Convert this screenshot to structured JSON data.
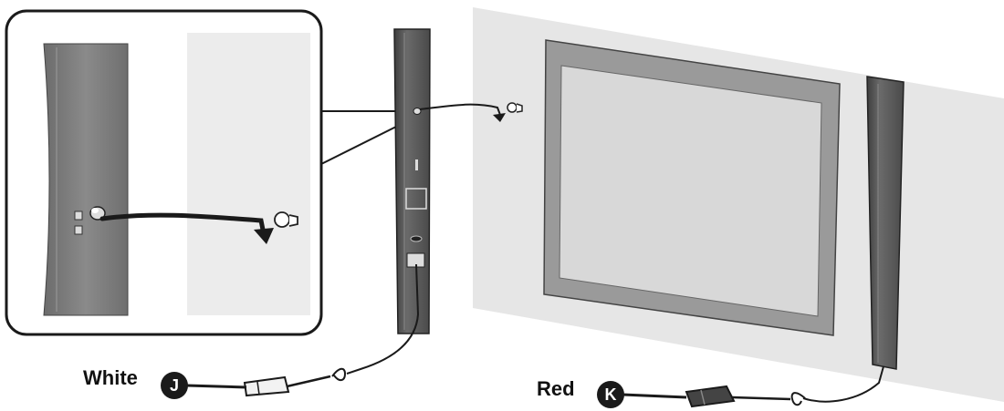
{
  "connectors": [
    {
      "color_label": "White",
      "marker": "J"
    },
    {
      "color_label": "Red",
      "marker": "K"
    }
  ],
  "colors": {
    "wall": "#e6e6e6",
    "tv_frame": "#9a9a9a",
    "tv_screen": "#d8d8d8",
    "speaker_body": "#5a5a5a",
    "inset_panel": "#ececec",
    "line": "#1a1a1a"
  },
  "icons": [
    "mounting-screw-icon",
    "wall-plug-icon",
    "cable-plug-icon"
  ]
}
